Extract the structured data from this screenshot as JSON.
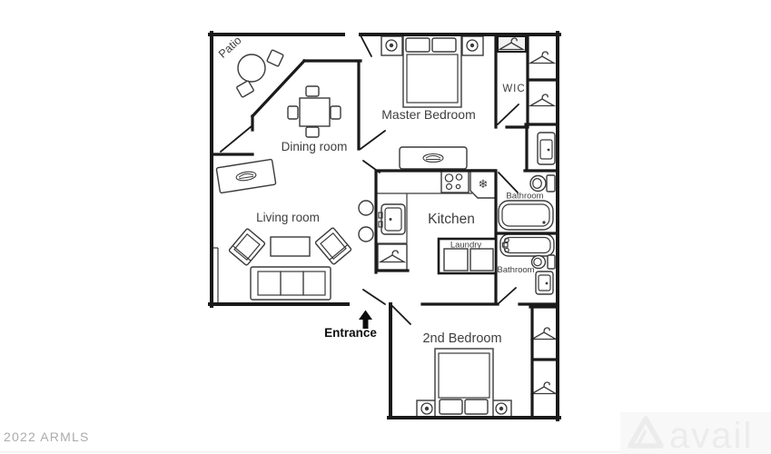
{
  "floorplan": {
    "rooms": {
      "patio": "Patio",
      "dining": "Dining room",
      "master_bedroom": "Master Bedroom",
      "wic": "WIC",
      "kitchen": "Kitchen",
      "laundry": "Laundry",
      "living": "Living room",
      "bathroom_upper": "Bathroom",
      "bathroom_lower": "Bathroom",
      "second_bedroom": "2nd Bedroom",
      "entrance": "Entrance"
    },
    "icons": {
      "fridge_snowflake": "❄"
    }
  },
  "watermarks": {
    "photo_credit": "2022 ARMLS",
    "brand": "avail"
  },
  "colors": {
    "wall": "#1a1a1a",
    "furniture": "#3a3a3a",
    "label": "#3f3f3f",
    "entrance": "#0d0d0d",
    "credit": "#acacac",
    "brand": "#ececec",
    "brand_bg": "#f8f8f8"
  }
}
